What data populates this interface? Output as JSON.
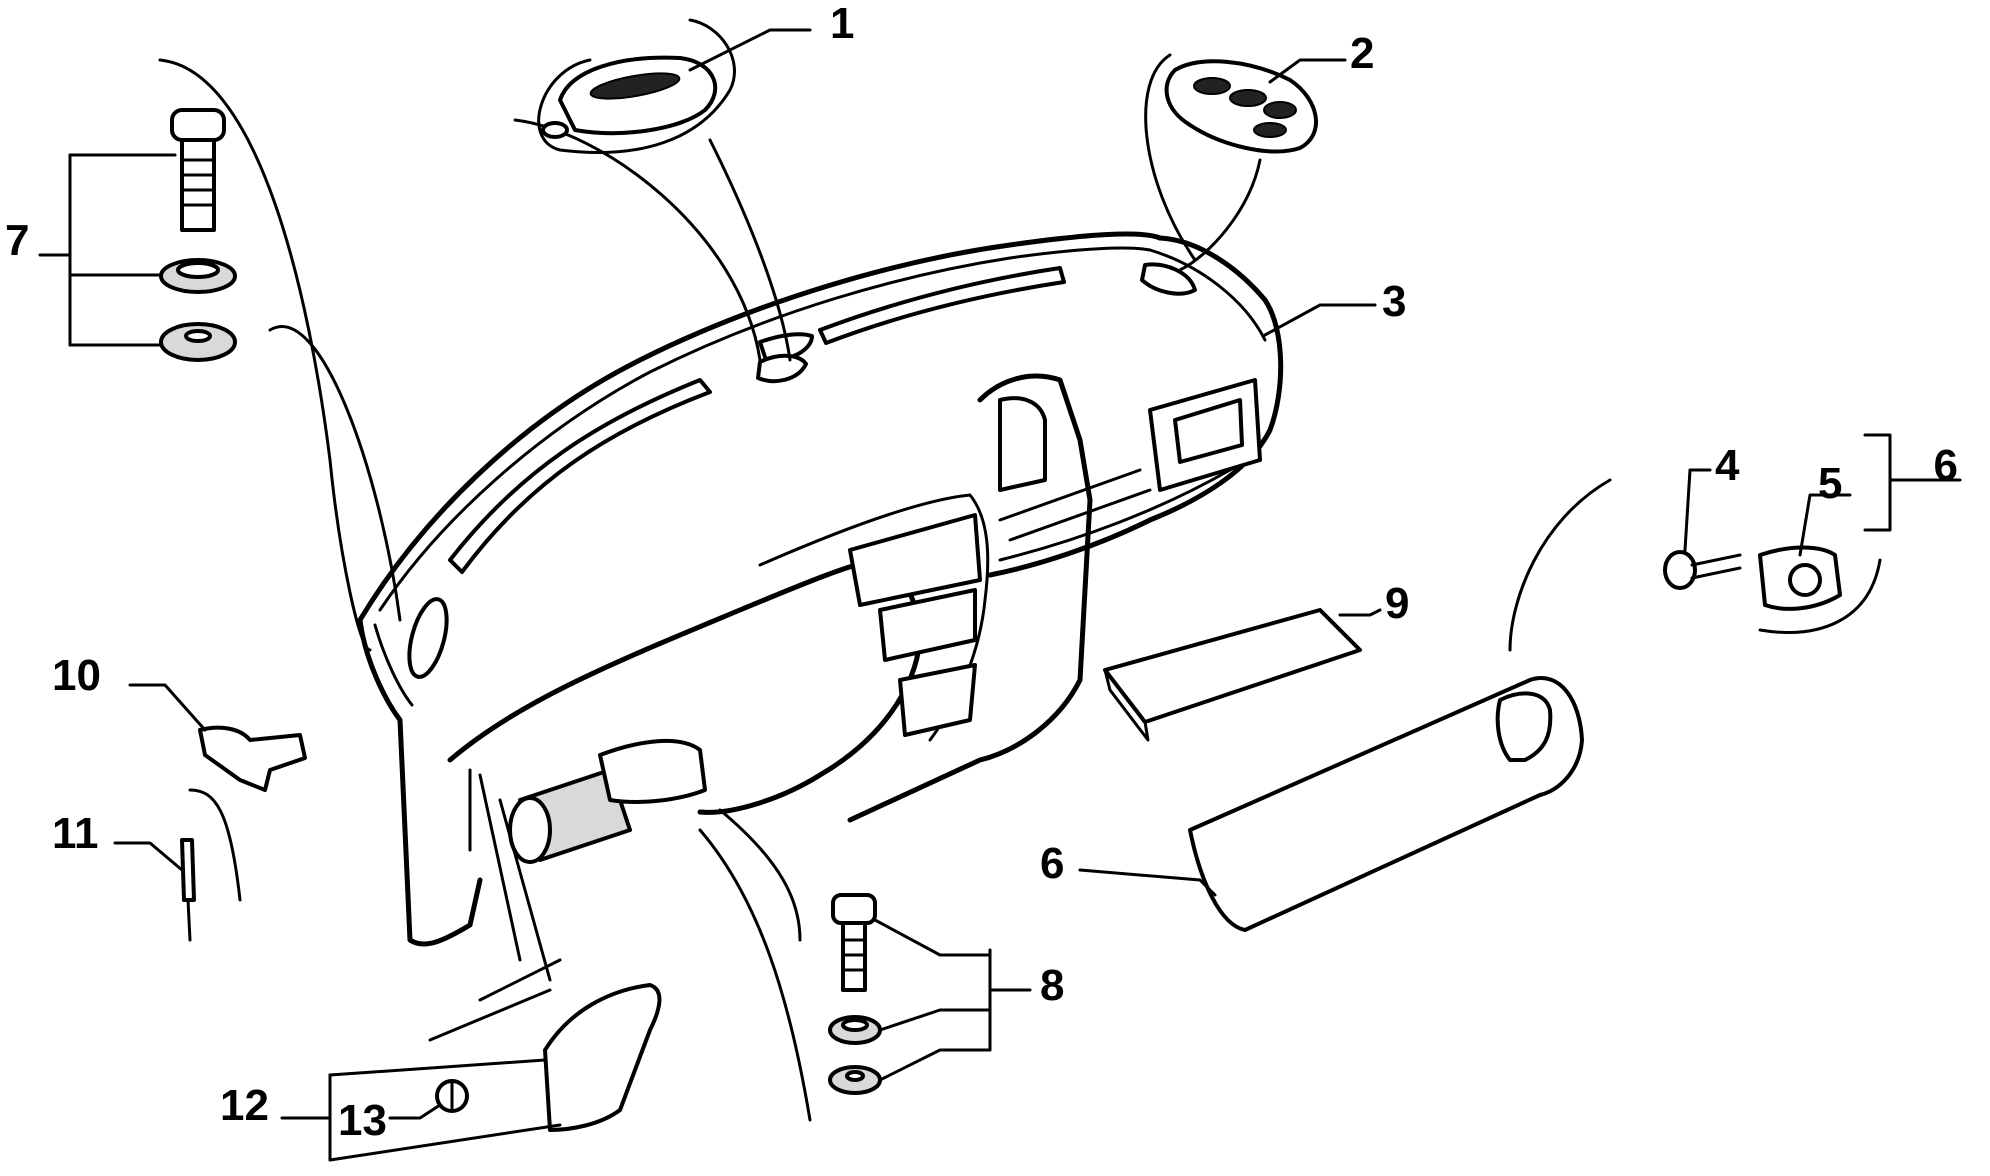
{
  "callouts": [
    {
      "id": "1",
      "text": "1"
    },
    {
      "id": "2",
      "text": "2"
    },
    {
      "id": "3",
      "text": "3"
    },
    {
      "id": "4",
      "text": "4"
    },
    {
      "id": "5",
      "text": "5"
    },
    {
      "id": "6a",
      "text": "6"
    },
    {
      "id": "6b",
      "text": "6"
    },
    {
      "id": "7",
      "text": "7"
    },
    {
      "id": "8",
      "text": "8"
    },
    {
      "id": "9",
      "text": "9"
    },
    {
      "id": "10",
      "text": "10"
    },
    {
      "id": "11",
      "text": "11"
    },
    {
      "id": "12",
      "text": "12"
    },
    {
      "id": "13",
      "text": "13"
    }
  ]
}
